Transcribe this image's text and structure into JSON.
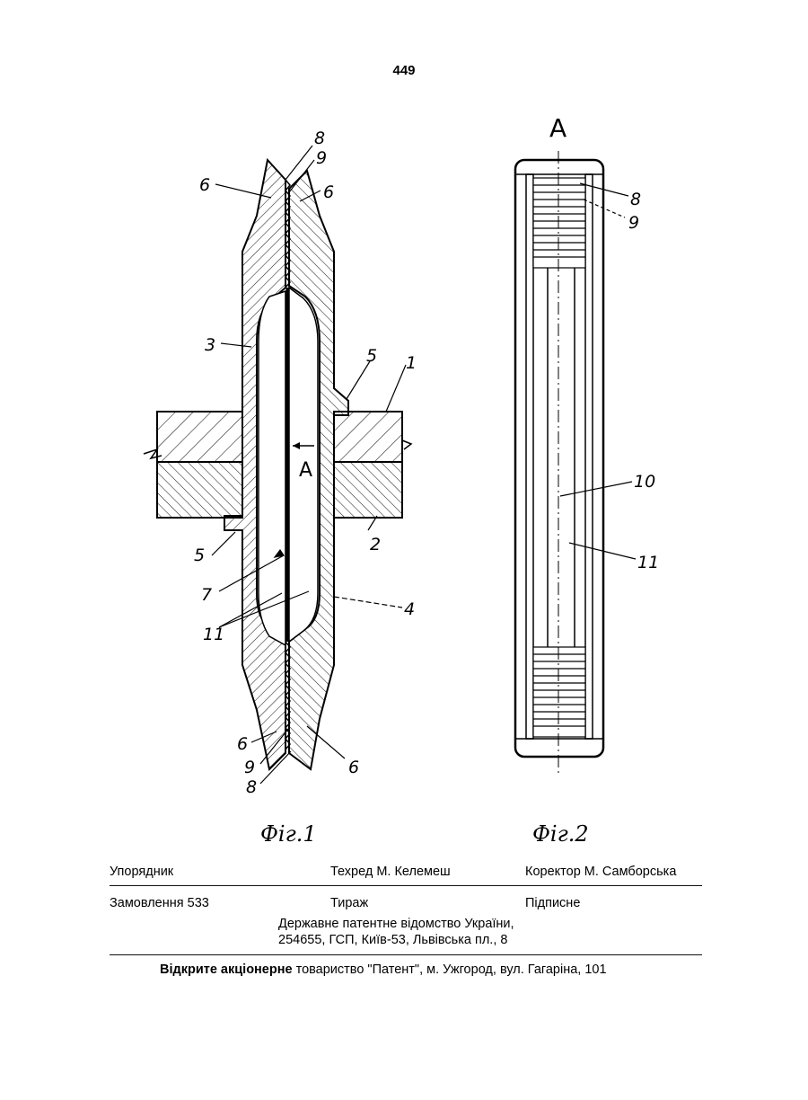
{
  "page_number": "449",
  "figure1": {
    "caption": "Фіг.1",
    "section_marker": "A",
    "labels": {
      "l8_top": "8",
      "l9_top": "9",
      "l6_tl": "6",
      "l6_tr": "6",
      "l3": "3",
      "l5_r": "5",
      "l1": "1",
      "l5_l": "5",
      "l2": "2",
      "l7": "7",
      "l11": "11",
      "l4": "4",
      "l6_bl": "6",
      "l9_bot": "9",
      "l8_bot": "8",
      "l6_br": "6"
    }
  },
  "figure2": {
    "caption": "Фіг.2",
    "view_label": "A",
    "labels": {
      "l8": "8",
      "l9": "9",
      "l10": "10",
      "l11": "11"
    }
  },
  "imprint": {
    "row1": {
      "compiler": "Упорядник",
      "tech_editor": "Техред М. Келемеш",
      "proofreader": "Коректор М. Самборська"
    },
    "row2": {
      "order": "Замовлення 533",
      "circulation": "Тираж",
      "subscription": "Підписне"
    },
    "office_line1": "Державне патентне відомство України,",
    "office_line2": "254655, ГСП, Київ-53, Львівська пл., 8",
    "publisher_bold": "Відкрите акціонерне",
    "publisher_rest": " товариство \"Патент\", м. Ужгород, вул. Гагаріна, 101"
  }
}
